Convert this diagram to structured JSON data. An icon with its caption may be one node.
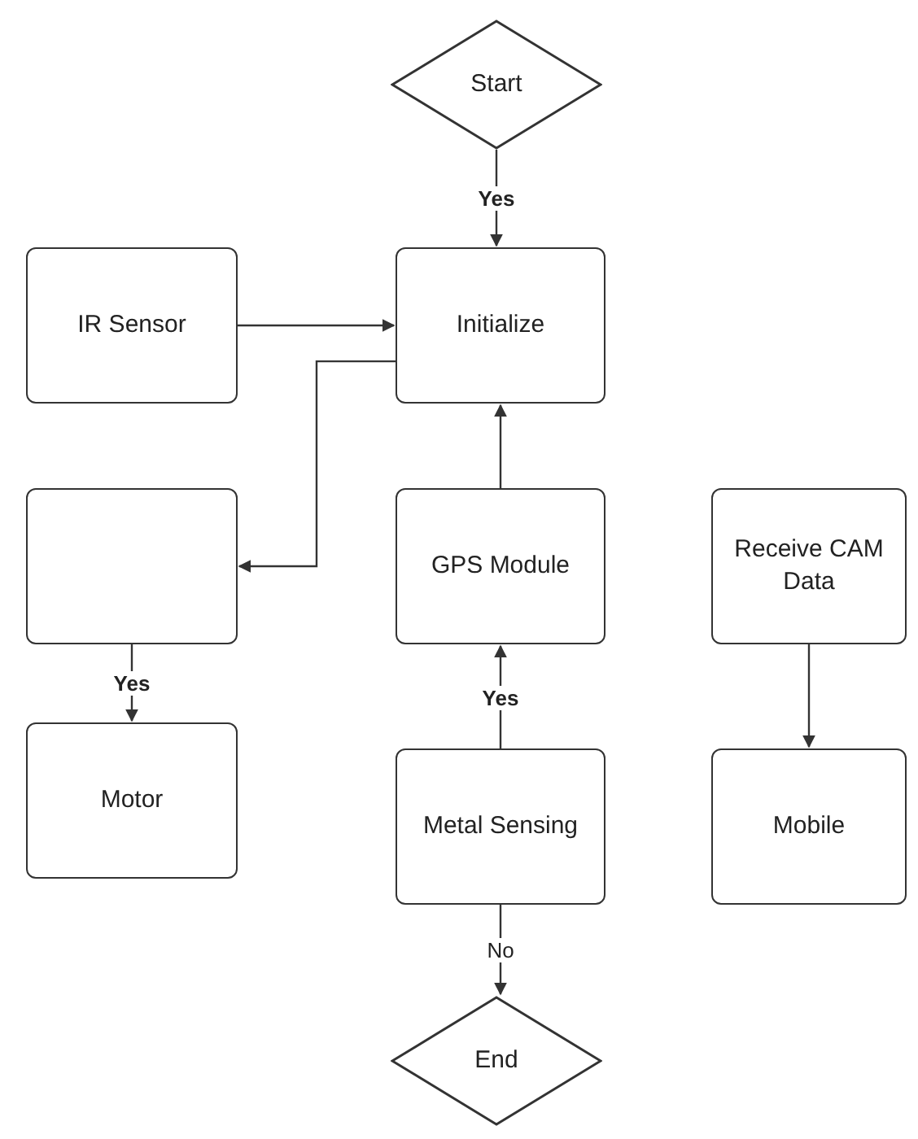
{
  "diagram": {
    "nodes": [
      {
        "text": [
          "Start"
        ]
      },
      {
        "text": [
          "IR Sensor"
        ]
      },
      {
        "text": [
          "Initialize"
        ]
      },
      {
        "text": [],
        "shape": "box"
      },
      {
        "text": [
          "GPS Module"
        ]
      },
      {
        "text": [
          "Receive CAM Data"
        ]
      },
      {
        "text": [
          "Motor"
        ]
      },
      {
        "text": [
          "Metal Sensing"
        ]
      },
      {
        "text": [
          "Mobile"
        ]
      },
      {
        "text": [
          "End"
        ]
      }
    ],
    "edges": [
      {
        "from": 0,
        "to": 2,
        "arrow": "to",
        "label": "Yes"
      },
      {
        "from": 1,
        "to": 2,
        "arrow": "to"
      },
      {
        "from": 2,
        "to": 3,
        "arrow": "to"
      },
      {
        "from": 4,
        "to": 2,
        "arrow": "to"
      },
      {
        "from": 3,
        "to": 6,
        "arrow": "to",
        "label": "Yes"
      },
      {
        "from": 7,
        "to": 4,
        "arrow": "to",
        "label": "Yes"
      },
      {
        "from": 7,
        "to": 9,
        "arrow": "to",
        "label": "No"
      },
      {
        "from": 5,
        "to": 8,
        "arrow": "to"
      }
    ]
  }
}
